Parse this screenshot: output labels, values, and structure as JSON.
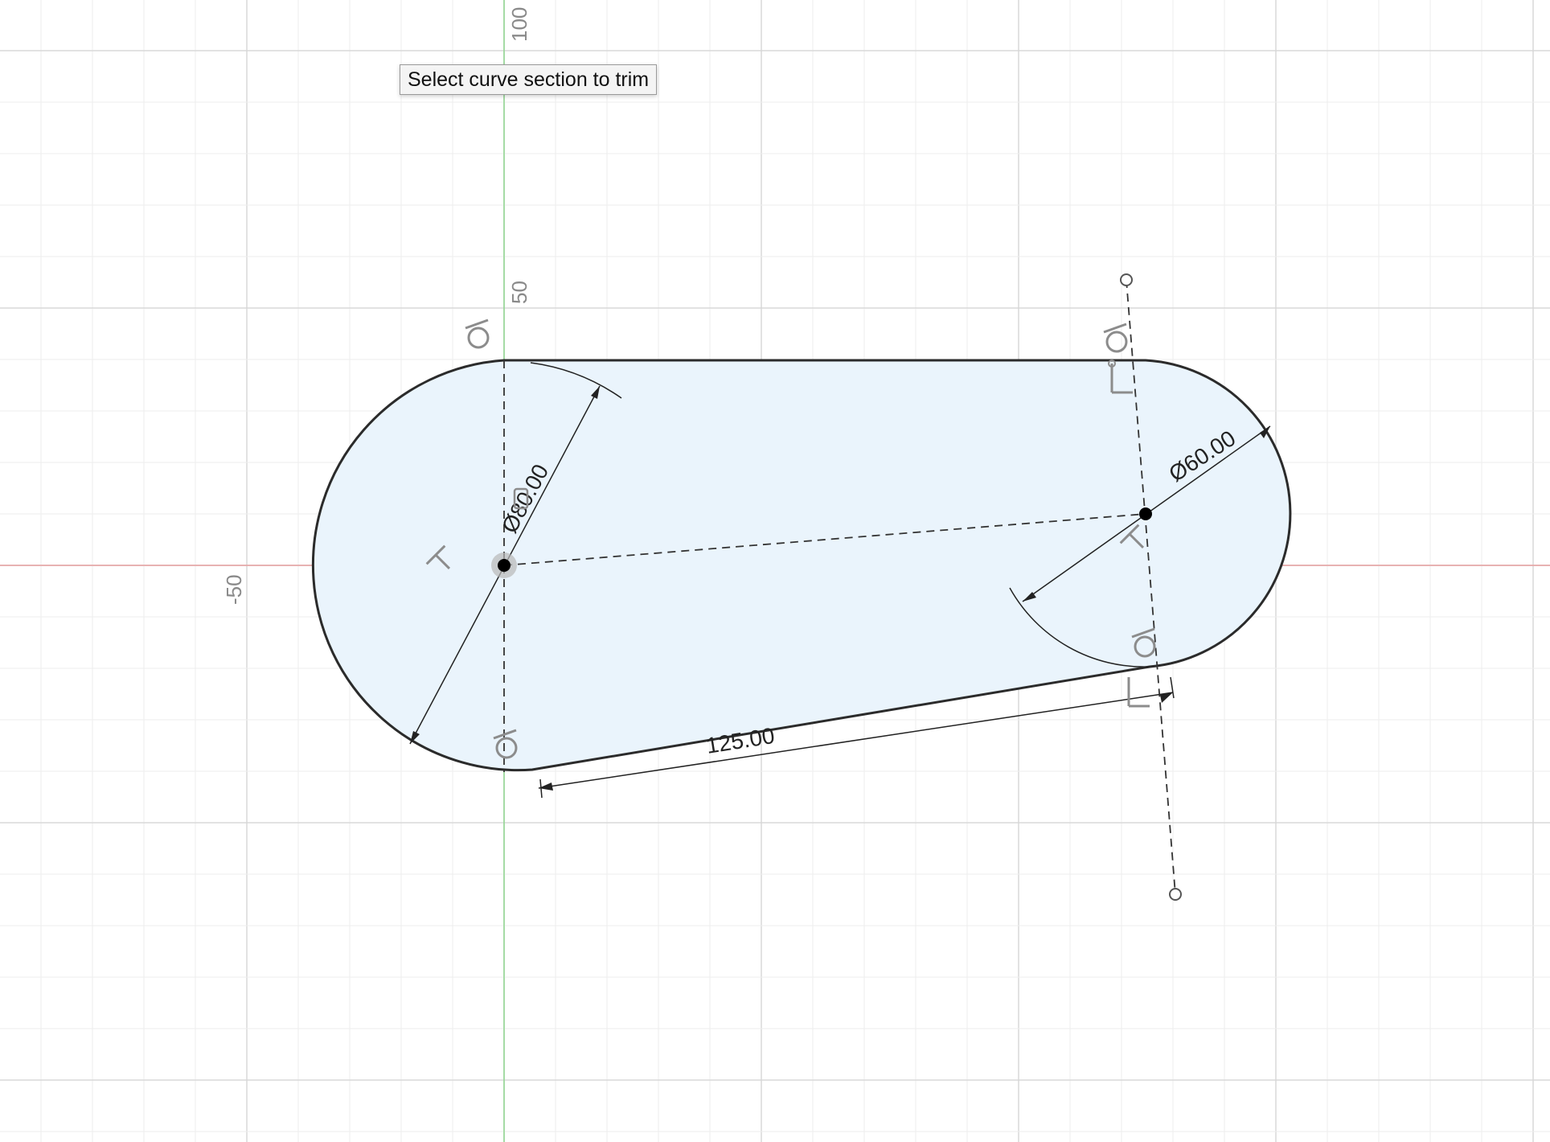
{
  "tooltip": {
    "text": "Select curve section to trim"
  },
  "axis_labels": {
    "y_100": "100",
    "y_50": "50",
    "x_neg50": "-50"
  },
  "dimensions": {
    "left_diameter": "Ø80.00",
    "right_diameter": "Ø60.00",
    "length": "125.00"
  },
  "colors": {
    "background": "#ffffff",
    "grid_minor": "#eeeeee",
    "grid_major": "#d8d8d8",
    "x_axis": "#e8a0a0",
    "y_axis": "#8ed68e",
    "profile_fill": "#eaf4fc",
    "profile_stroke": "#2b2b2b",
    "dimension": "#222222",
    "constraint": "#8c8c8c"
  },
  "icons": {
    "tangent": "tangent-constraint-icon",
    "perpendicular": "perpendicular-constraint-icon",
    "horizontal": "horizontal-constraint-icon",
    "coincident": "coincident-constraint-icon"
  }
}
